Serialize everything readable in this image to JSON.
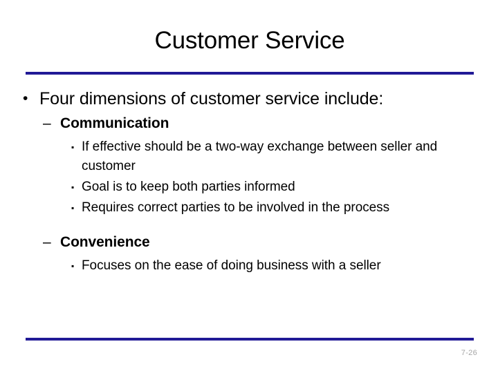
{
  "slide": {
    "title": "Customer Service",
    "divider_color": "#211a96",
    "background_color": "#ffffff",
    "text_color": "#000000"
  },
  "markers": {
    "level1": "•",
    "level2": "–",
    "level3": "▪"
  },
  "content": [
    {
      "level": 1,
      "text": "Four dimensions of customer service include:"
    },
    {
      "level": 2,
      "text": "Communication"
    },
    {
      "level": 3,
      "text": "If effective should be a two-way exchange between seller and customer"
    },
    {
      "level": 3,
      "text": "Goal is to keep both parties informed"
    },
    {
      "level": 3,
      "text": "Requires correct parties to be involved in the process"
    },
    {
      "level": 2,
      "text": "Convenience"
    },
    {
      "level": 3,
      "text": "Focuses on the ease of doing business with a seller"
    }
  ],
  "footer": {
    "page_number": "7-26",
    "page_number_color": "#a6a6a6"
  }
}
